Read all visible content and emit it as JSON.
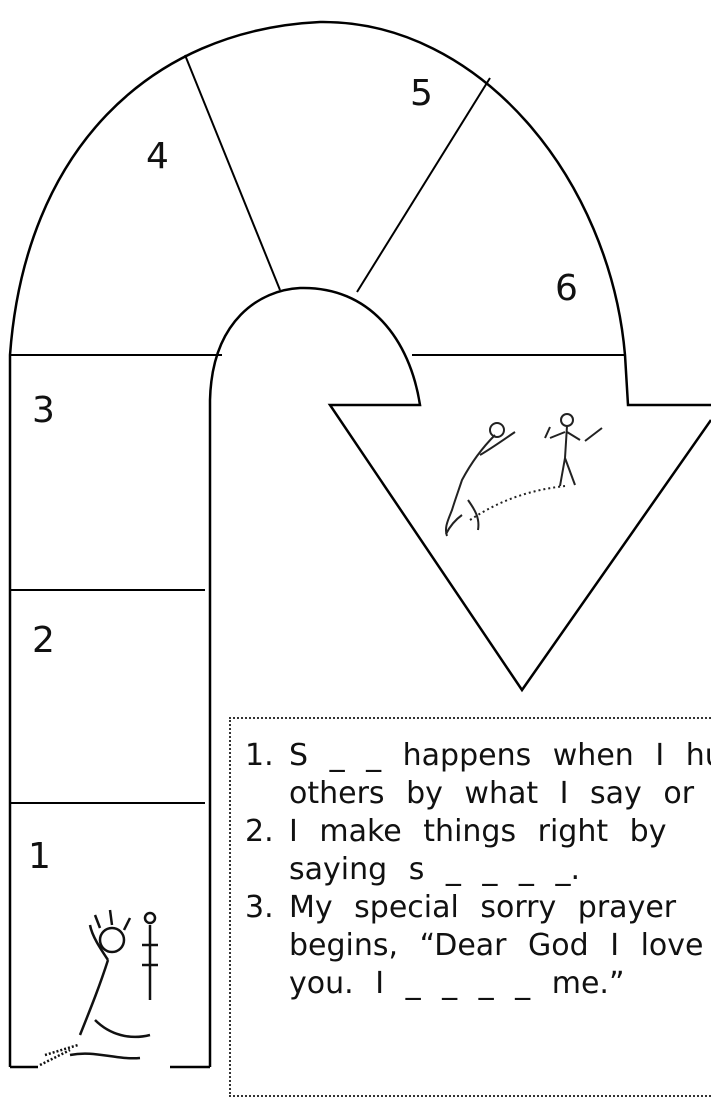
{
  "board": {
    "space_numbers": [
      "1",
      "2",
      "3",
      "4",
      "5",
      "6"
    ],
    "arrow_picture": "running-figure-with-open-armed-figure",
    "corner_picture": "crouching-sad-figure-with-flower"
  },
  "clues": [
    {
      "number": "1.",
      "lines": [
        "S  _  _  happens  when  I  hurt",
        "others  by  what  I  say  or  do."
      ]
    },
    {
      "number": "2.",
      "lines": [
        "I   make   things   right   by",
        "saying  s  _  _  _  _."
      ]
    },
    {
      "number": "3.",
      "lines": [
        "My   special   sorry   prayer",
        "begins,  “Dear  God  I  love",
        "you. I _ _ _ _ me.”"
      ]
    }
  ]
}
